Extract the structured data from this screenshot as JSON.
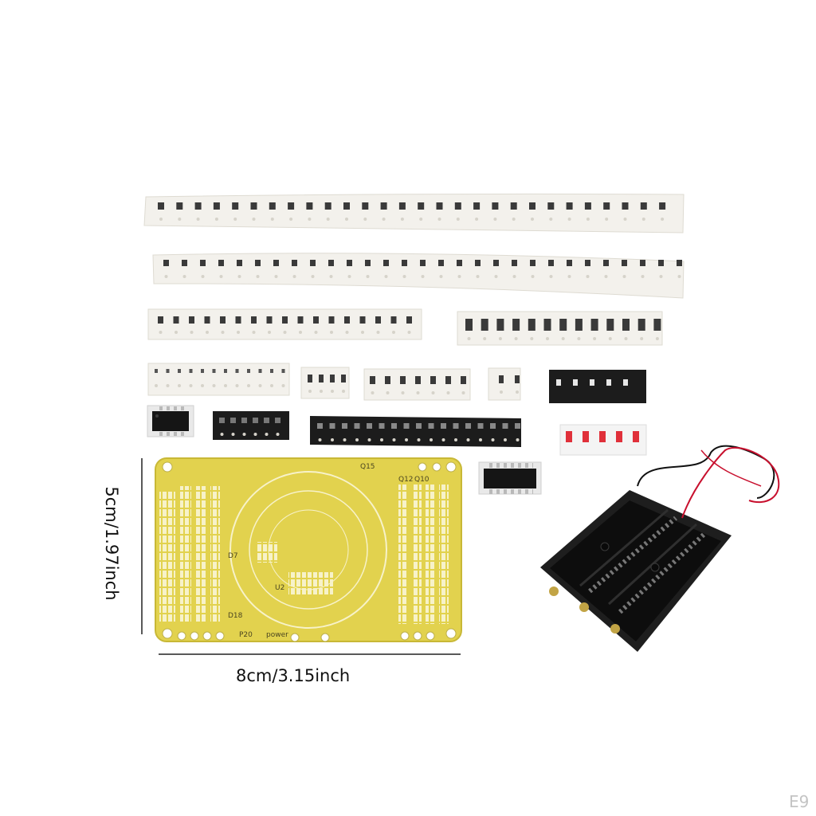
{
  "labels": {
    "width": "8cm/3.15inch",
    "height": "5cm/1.97inch",
    "watermark": "E9"
  },
  "pcb_labels": [
    "Q12",
    "Q10",
    "Q15",
    "U2",
    "D7",
    "D18",
    "P20",
    "power"
  ],
  "colors": {
    "background": "#ffffff",
    "tape_white": "#f3f1ec",
    "tape_black": "#1c1c1c",
    "pcb_yellow": "#e2d24e",
    "pcb_silk": "#f7f2c9",
    "battery_holder": "#161616",
    "wire_red": "#c8102e",
    "wire_black": "#111111"
  },
  "icons": [
    "smd-tape-strip",
    "ic-chip",
    "pcb-board",
    "battery-holder",
    "dimension-line"
  ]
}
